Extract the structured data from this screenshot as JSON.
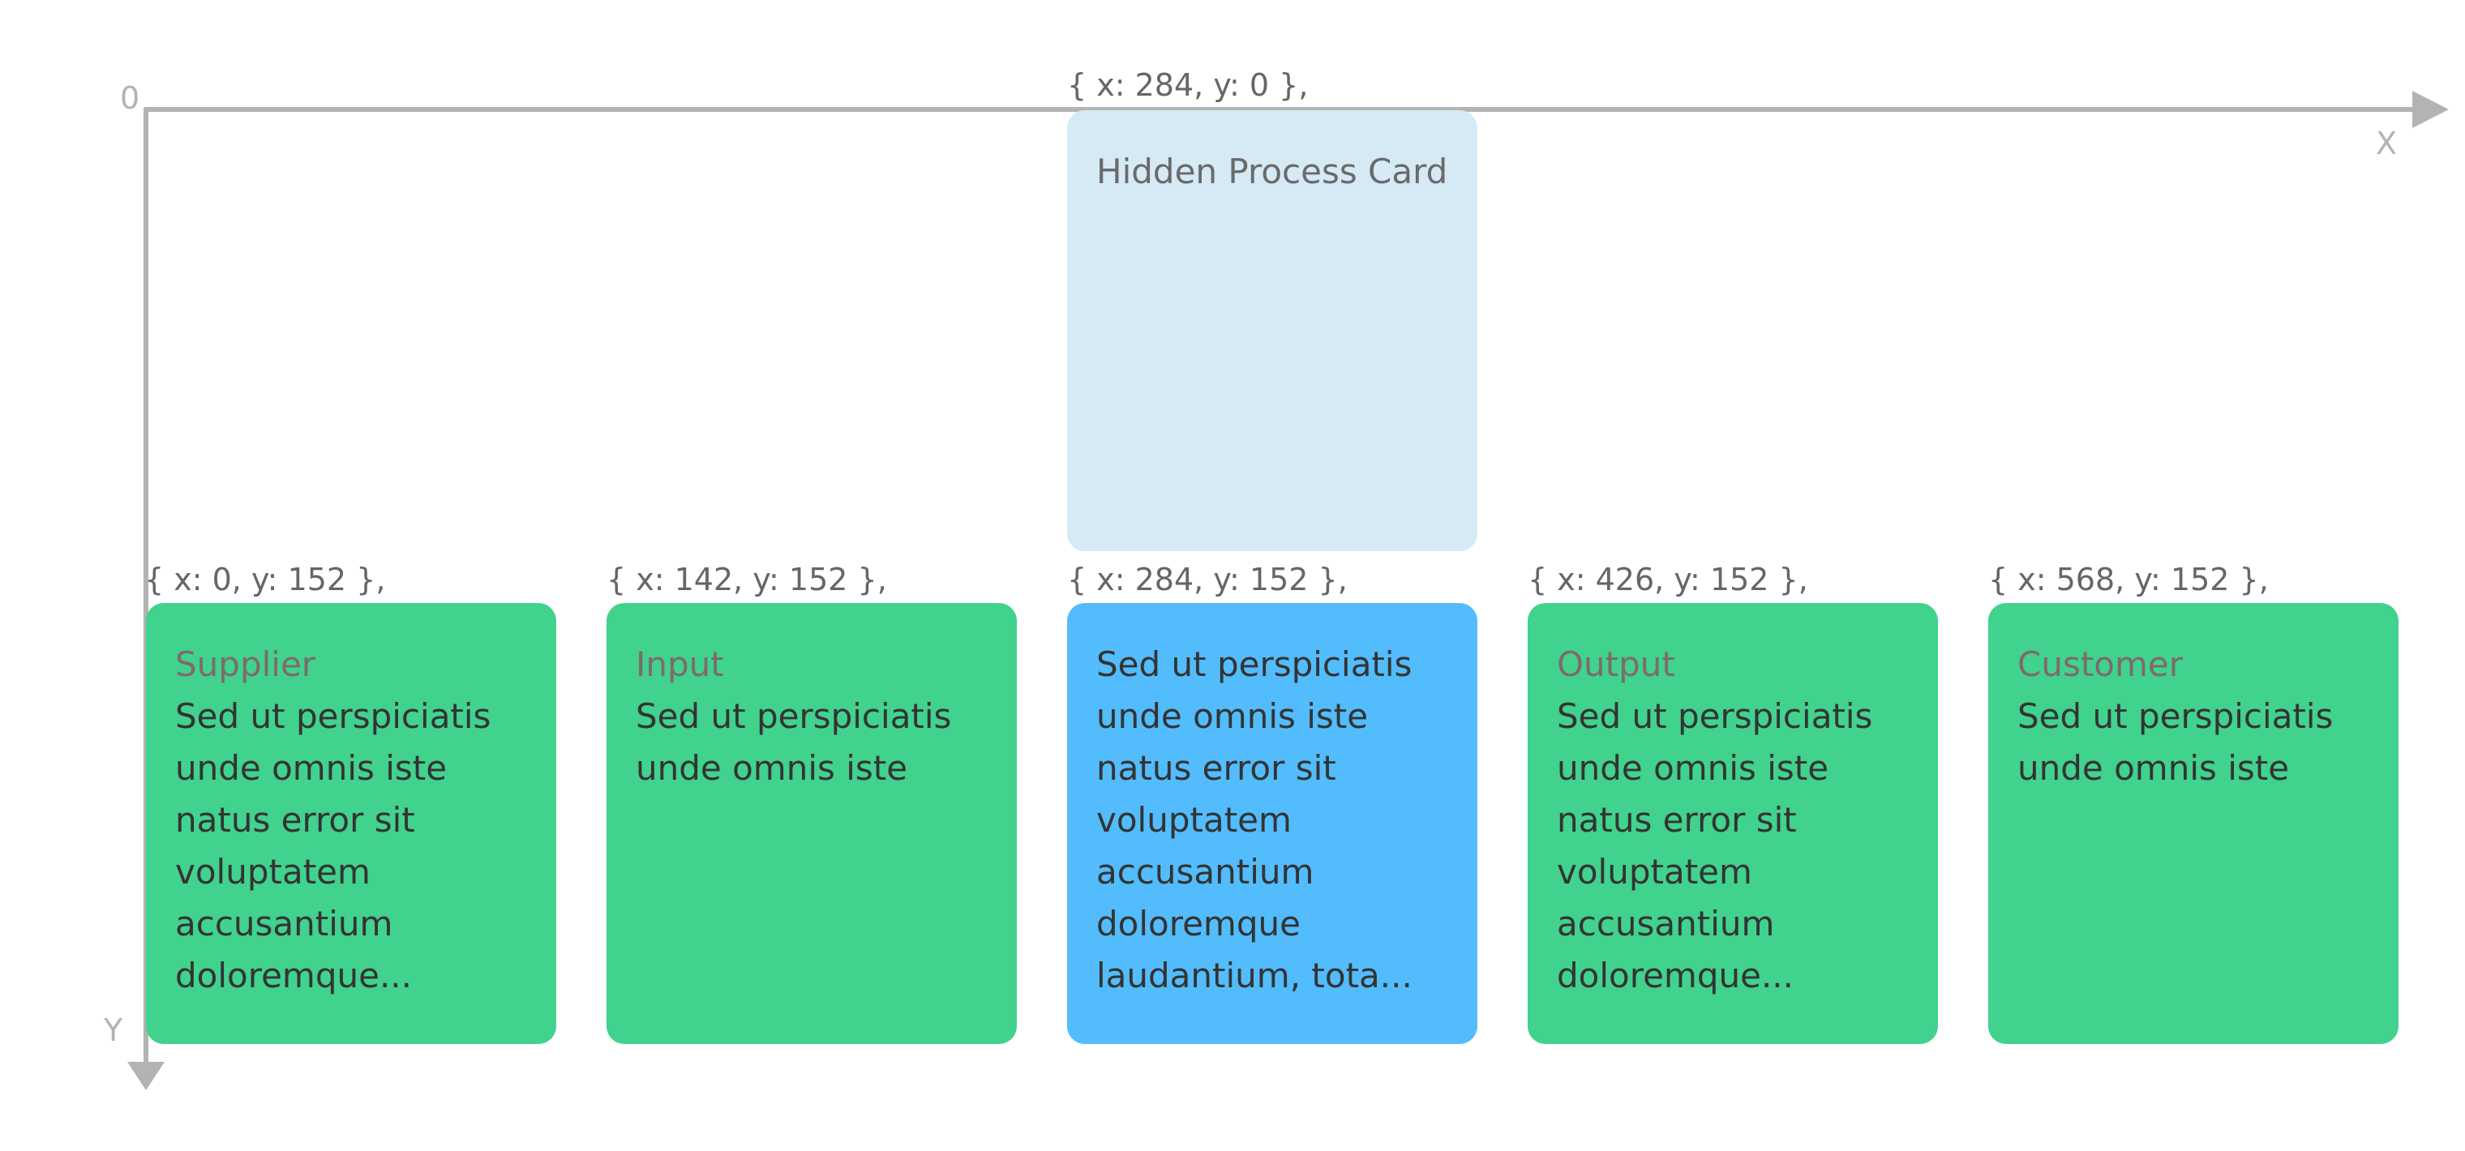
{
  "axes": {
    "origin_label": "0",
    "x_label": "X",
    "y_label": "Y",
    "color": "#b3b3b3"
  },
  "coords": {
    "hidden": "{ x: 284, y: 0 },",
    "supplier": "{ x: 0, y: 152 },",
    "input": "{ x: 142, y: 152 },",
    "process": "{ x: 284, y: 152 },",
    "output": "{ x: 426, y: 152 },",
    "customer": "{ x: 568, y: 152 },"
  },
  "cards": {
    "hidden": {
      "title": "Hidden Process Card",
      "color": "#d6eaf6"
    },
    "supplier": {
      "title": "Supplier",
      "body": "Sed ut perspiciatis unde omnis iste natus error sit voluptatem accusantium doloremque...",
      "color": "#41d28d"
    },
    "input": {
      "title": "Input",
      "body": "Sed ut perspiciatis unde omnis iste",
      "color": "#41d28d"
    },
    "process": {
      "body": "Sed ut perspiciatis unde omnis iste natus error sit voluptatem accusantium doloremque laudantium, tota...",
      "color": "#52bcfd"
    },
    "output": {
      "title": "Output",
      "body": "Sed ut perspiciatis unde omnis iste natus error sit voluptatem accusantium doloremque...",
      "color": "#41d28d"
    },
    "customer": {
      "title": "Customer",
      "body": "Sed ut perspiciatis unde omnis iste",
      "color": "#41d28d"
    }
  }
}
